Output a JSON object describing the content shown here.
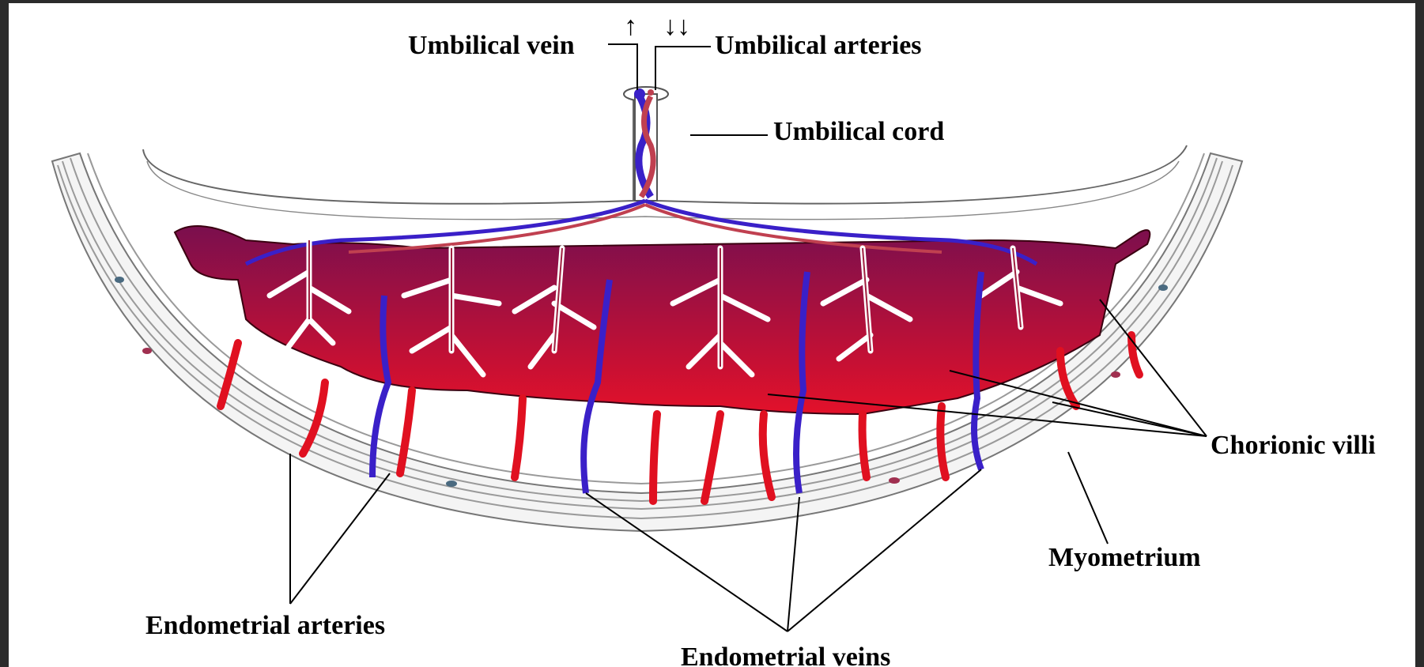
{
  "labels": {
    "umbilical_vein": "Umbilical vein",
    "umbilical_arteries": "Umbilical arteries",
    "umbilical_cord": "Umbilical cord",
    "chorionic_villi": "Chorionic villi",
    "myometrium": "Myometrium",
    "endometrial_arteries": "Endometrial arteries",
    "endometrial_veins": "Endometrial veins"
  },
  "flow_arrows": {
    "up": "↑",
    "down": "↓↓"
  },
  "colors": {
    "maternal_artery": "#e01020",
    "fetal_vein": "#3a20c8",
    "intervillous_blood": "#9c0f3a",
    "villus_outline": "#ffffff"
  }
}
